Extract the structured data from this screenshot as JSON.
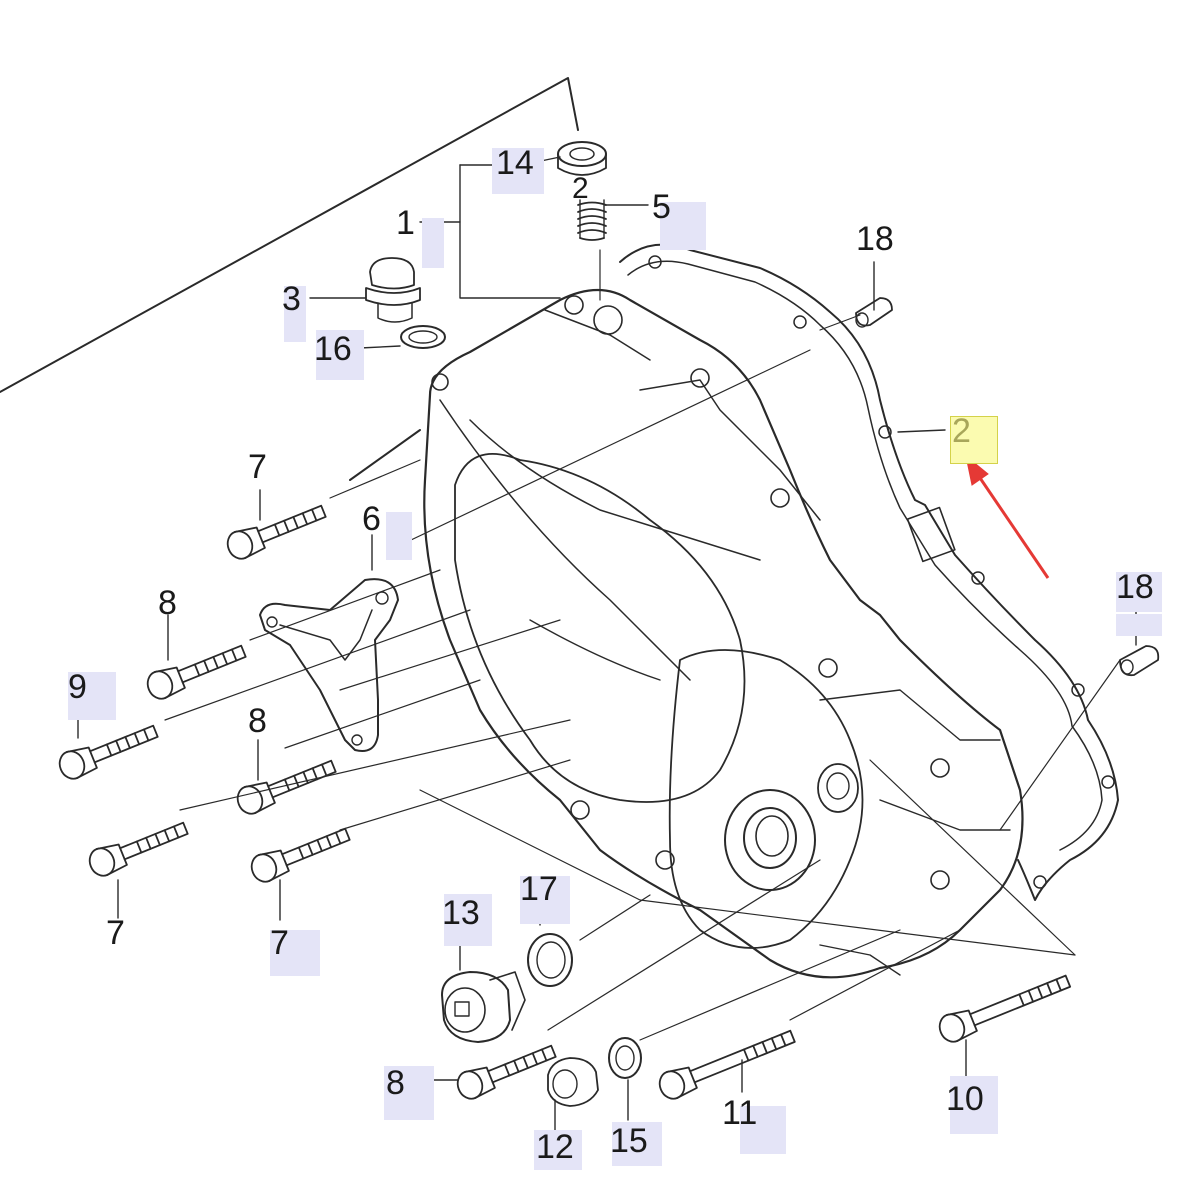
{
  "diagram": {
    "parts": [
      {
        "id": "p1",
        "label": "1"
      },
      {
        "id": "p2",
        "label": "2"
      },
      {
        "id": "p3",
        "label": "3"
      },
      {
        "id": "p5",
        "label": "5"
      },
      {
        "id": "p6",
        "label": "6"
      },
      {
        "id": "p7a",
        "label": "7"
      },
      {
        "id": "p7b",
        "label": "7"
      },
      {
        "id": "p7c",
        "label": "7"
      },
      {
        "id": "p8a",
        "label": "8"
      },
      {
        "id": "p8b",
        "label": "8"
      },
      {
        "id": "p8c",
        "label": "8"
      },
      {
        "id": "p9",
        "label": "9"
      },
      {
        "id": "p10",
        "label": "10"
      },
      {
        "id": "p11",
        "label": "11"
      },
      {
        "id": "p12",
        "label": "12"
      },
      {
        "id": "p13",
        "label": "13"
      },
      {
        "id": "p14",
        "label": "14"
      },
      {
        "id": "p15",
        "label": "15"
      },
      {
        "id": "p16",
        "label": "16"
      },
      {
        "id": "p17",
        "label": "17"
      },
      {
        "id": "p18a",
        "label": "18"
      },
      {
        "id": "p18b",
        "label": "18"
      },
      {
        "id": "p2b",
        "label": "2"
      }
    ],
    "colors": {
      "line": "#2a2a2a",
      "highlight": "#e4e4f7",
      "selected_highlight": "#fbfbb0",
      "arrow": "#e53935"
    },
    "selected_part": "2"
  }
}
